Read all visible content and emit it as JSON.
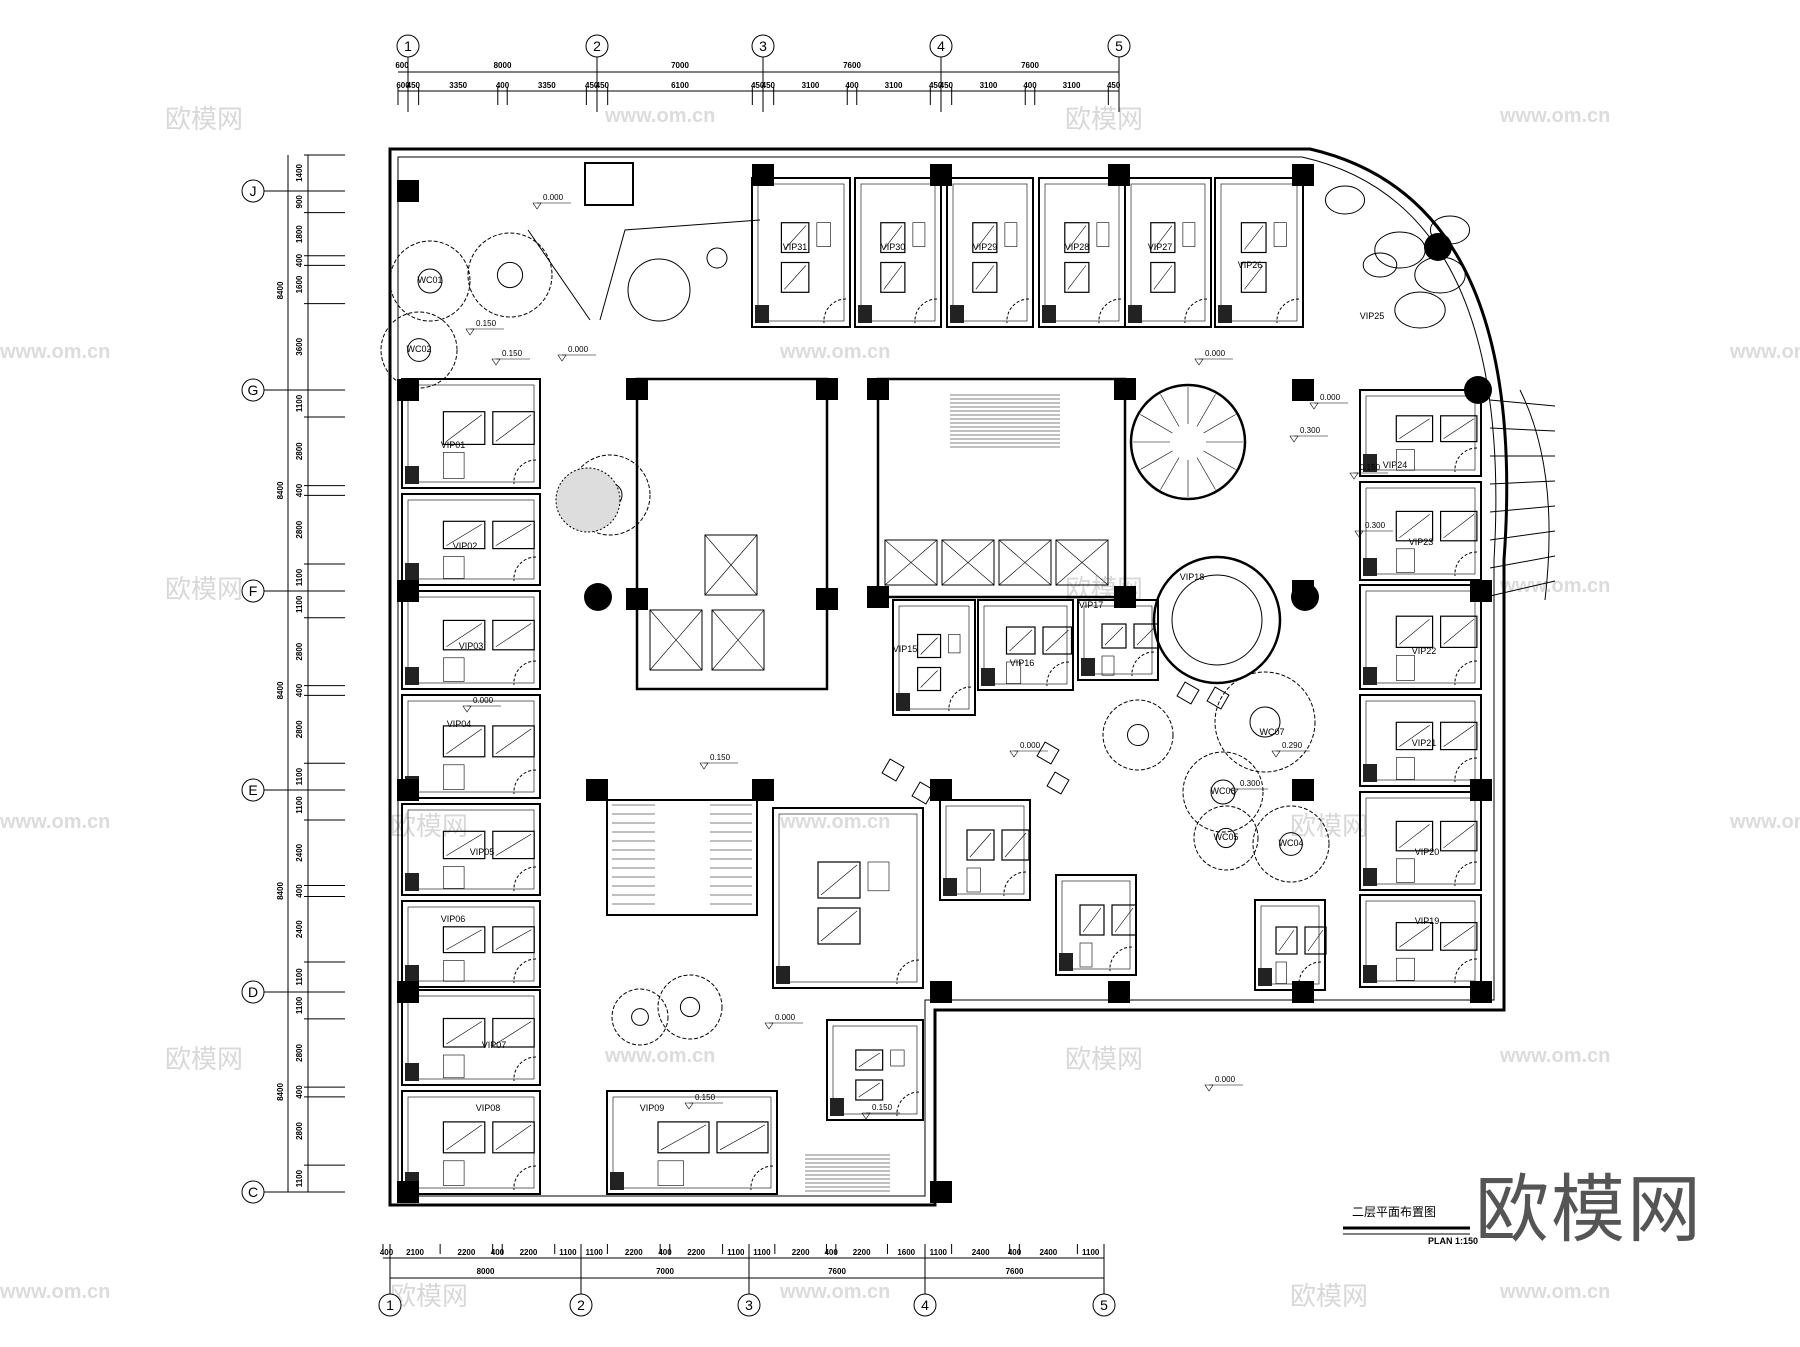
{
  "title": "二层平面布置图",
  "scale": "PLAN 1:150",
  "logo_text": "欧模网",
  "watermark_text": "欧模网",
  "watermark_url": "www.om.cn",
  "grid": {
    "columns": [
      "1",
      "2",
      "3",
      "4",
      "5"
    ],
    "rows": [
      "J",
      "G",
      "F",
      "E",
      "D",
      "C"
    ]
  },
  "dimensions": {
    "top_overall": [
      "600",
      "8000",
      "7000",
      "7600",
      "7600"
    ],
    "top_detail": [
      [
        "600"
      ],
      [
        "450",
        "3350",
        "400",
        "3350",
        "450"
      ],
      [
        "450",
        "6100",
        "450"
      ],
      [
        "450",
        "3100",
        "400",
        "3100",
        "450"
      ],
      [
        "450",
        "3100",
        "400",
        "3100",
        "450"
      ]
    ],
    "bottom_detail": [
      [
        "400"
      ],
      [
        "2100",
        "2200",
        "400",
        "2200",
        "1100"
      ],
      [
        "1100",
        "2200",
        "400",
        "2200",
        "1100"
      ],
      [
        "1100",
        "2200",
        "400",
        "2200",
        "1600"
      ],
      [
        "1100",
        "2400",
        "400",
        "2400",
        "1100"
      ]
    ],
    "bottom_overall": [
      "8000",
      "7000",
      "7600",
      "7600"
    ],
    "left_overall": [
      "8400",
      "8400",
      "8400",
      "8400",
      "8400"
    ],
    "left_detail": [
      [
        "1400"
      ],
      [
        "900",
        "1800",
        "400",
        "1600",
        "3600"
      ],
      [
        "1100",
        "2800",
        "400",
        "2800",
        "1100"
      ],
      [
        "1100",
        "2800",
        "400",
        "2800",
        "1100"
      ],
      [
        "1100",
        "2400",
        "400",
        "2400",
        "1100"
      ],
      [
        "1100",
        "2800",
        "400",
        "2800",
        "1100"
      ]
    ]
  },
  "rooms": [
    {
      "label": "VIP01"
    },
    {
      "label": "VIP02"
    },
    {
      "label": "VIP03"
    },
    {
      "label": "VIP04"
    },
    {
      "label": "VIP05"
    },
    {
      "label": "VIP06"
    },
    {
      "label": "VIP07"
    },
    {
      "label": "VIP08"
    },
    {
      "label": "VIP09"
    },
    {
      "label": "VIP31"
    },
    {
      "label": "VIP30"
    },
    {
      "label": "VIP29"
    },
    {
      "label": "VIP28"
    },
    {
      "label": "VIP27"
    },
    {
      "label": "VIP26"
    },
    {
      "label": "VIP25"
    },
    {
      "label": "VIP24"
    },
    {
      "label": "VIP23"
    },
    {
      "label": "VIP22"
    },
    {
      "label": "VIP21"
    },
    {
      "label": "VIP20"
    },
    {
      "label": "VIP19"
    },
    {
      "label": "VIP15"
    },
    {
      "label": "VIP16"
    },
    {
      "label": "VIP17"
    },
    {
      "label": "VIP18"
    },
    {
      "label": "WC01"
    },
    {
      "label": "WC02"
    },
    {
      "label": "WC04"
    },
    {
      "label": "WC05"
    },
    {
      "label": "WC06"
    },
    {
      "label": "WC07"
    }
  ],
  "elevations": [
    "0.000",
    "0.150",
    "0.000",
    "0.000",
    "0.150",
    "0.300",
    "0.300",
    "0.290",
    "0.300",
    "0.000",
    "0.150",
    "0.000",
    "0.150",
    "0.150",
    "0.000",
    "0.000",
    "0.150",
    "0.000"
  ]
}
